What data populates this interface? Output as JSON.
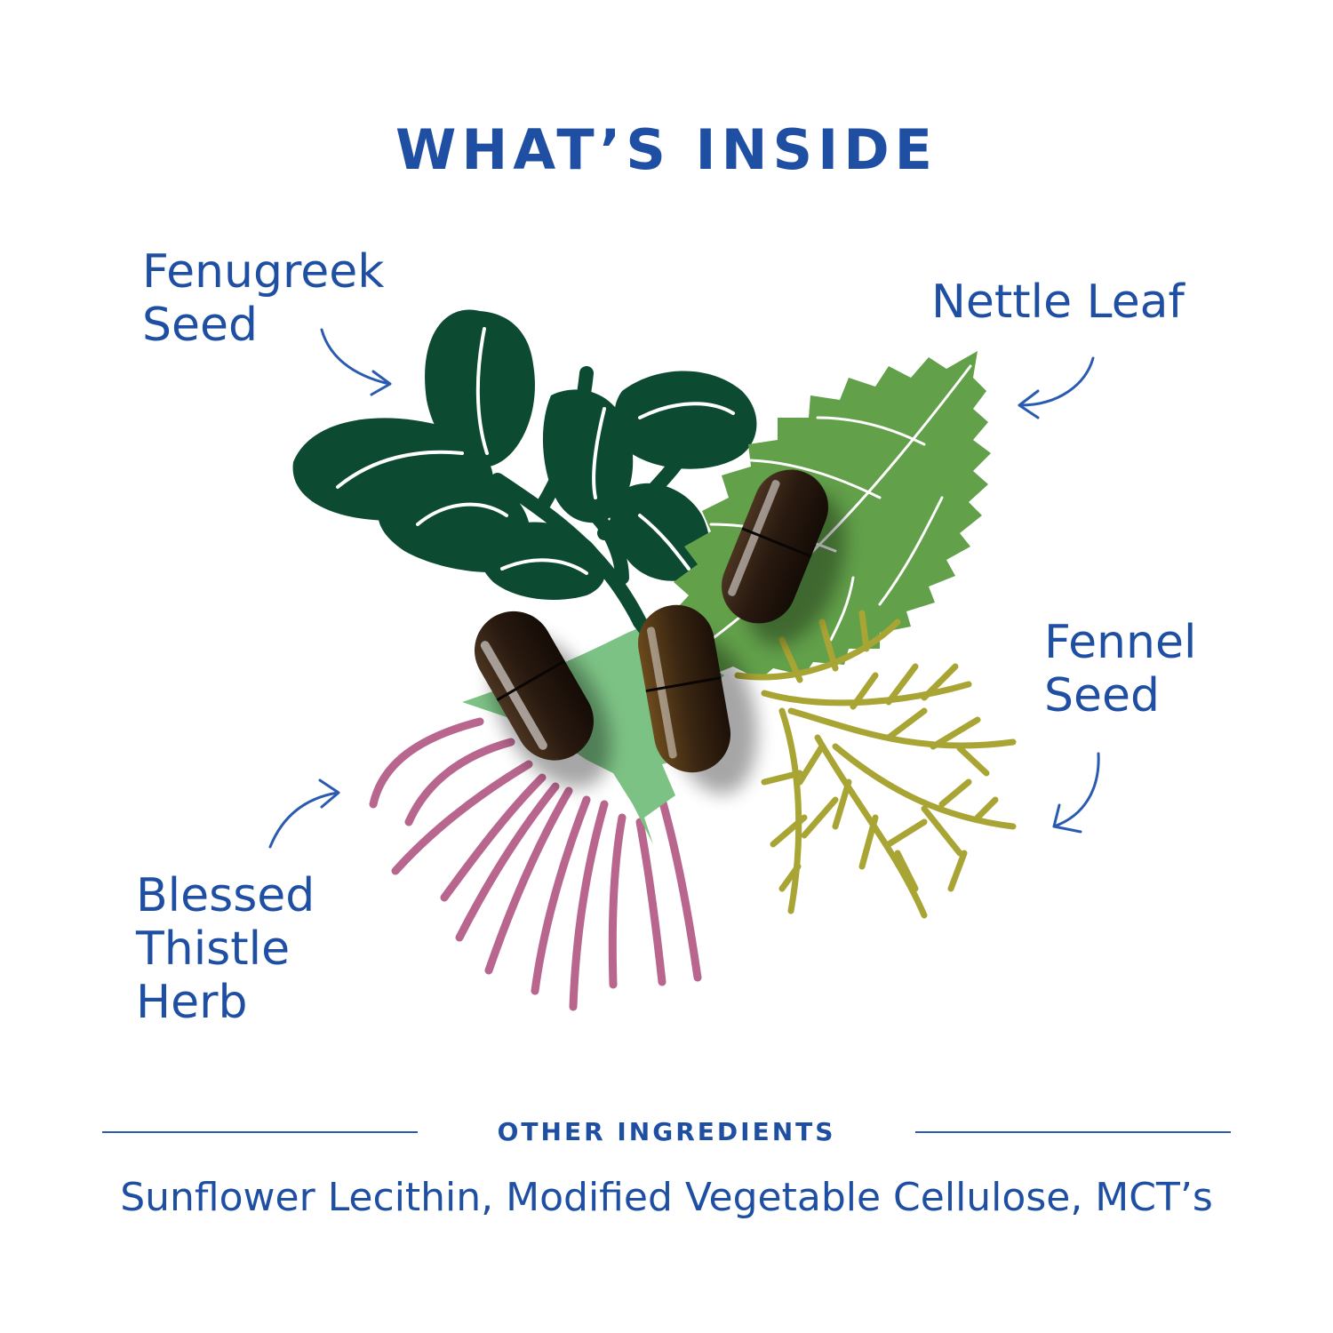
{
  "header": {
    "title": "WHAT’S INSIDE"
  },
  "ingredients": [
    {
      "lines": [
        "Fenugreek",
        "Seed"
      ],
      "icon": "fenugreek-leaf-icon"
    },
    {
      "lines": [
        "Nettle Leaf"
      ],
      "icon": "nettle-leaf-icon"
    },
    {
      "lines": [
        "Fennel",
        "Seed"
      ],
      "icon": "fennel-sprig-icon"
    },
    {
      "lines": [
        "Blessed",
        "Thistle",
        "Herb"
      ],
      "icon": "thistle-flower-icon"
    }
  ],
  "other_ingredients": {
    "heading": "OTHER INGREDIENTS",
    "list": "Sunflower Lecithin, Modified Vegetable Cellulose, MCT’s"
  },
  "colors": {
    "text": "#1f4fa3",
    "fenugreek": "#0d4a32",
    "nettle": "#62a04a",
    "thistle_leaf": "#7dc285",
    "thistle_petals": "#b9668f",
    "fennel": "#a9a534",
    "capsule": "#2a1c12"
  }
}
